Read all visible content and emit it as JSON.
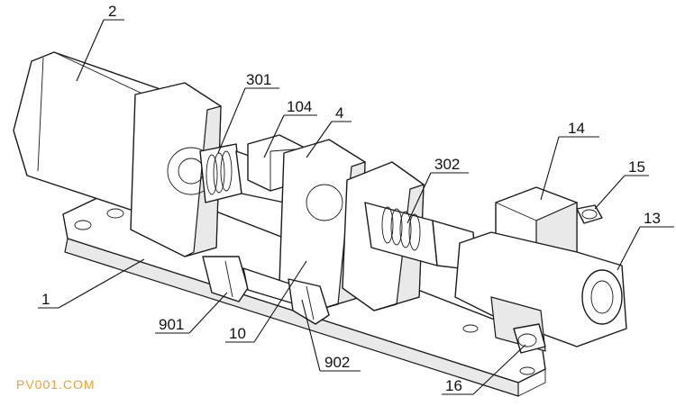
{
  "callouts": [
    {
      "id": "2",
      "label": "2"
    },
    {
      "id": "301",
      "label": "301"
    },
    {
      "id": "104",
      "label": "104"
    },
    {
      "id": "4",
      "label": "4"
    },
    {
      "id": "14",
      "label": "14"
    },
    {
      "id": "302",
      "label": "302"
    },
    {
      "id": "15",
      "label": "15"
    },
    {
      "id": "13",
      "label": "13"
    },
    {
      "id": "1",
      "label": "1"
    },
    {
      "id": "901",
      "label": "901"
    },
    {
      "id": "10",
      "label": "10"
    },
    {
      "id": "902",
      "label": "902"
    },
    {
      "id": "16",
      "label": "16"
    }
  ],
  "watermark": "PV001.COM"
}
